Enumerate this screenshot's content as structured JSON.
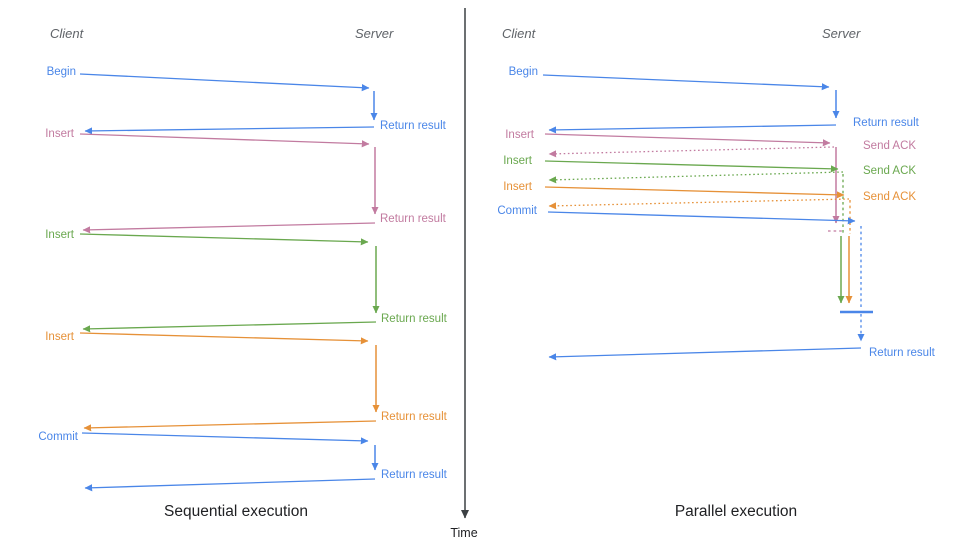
{
  "colors": {
    "blue": "#4a86e8",
    "pink": "#c27ba0",
    "green": "#6aa84f",
    "orange": "#e69138",
    "header_gray": "#5f6368",
    "text_dark": "#202124",
    "axis_gray": "#3c4043"
  },
  "left_panel": {
    "caption": "Sequential execution",
    "client_label": "Client",
    "server_label": "Server",
    "rows": [
      {
        "label": "Begin",
        "color": "blue",
        "result": "Return result"
      },
      {
        "label": "Insert",
        "color": "pink",
        "result": "Return result"
      },
      {
        "label": "Insert",
        "color": "green",
        "result": "Return result"
      },
      {
        "label": "Insert",
        "color": "orange",
        "result": "Return result"
      },
      {
        "label": "Commit",
        "color": "blue",
        "result": "Return result"
      }
    ]
  },
  "right_panel": {
    "caption": "Parallel execution",
    "client_label": "Client",
    "server_label": "Server",
    "rows": [
      {
        "label": "Begin",
        "color": "blue",
        "result": "Return result"
      },
      {
        "label": "Insert",
        "color": "pink",
        "result": "Send ACK"
      },
      {
        "label": "Insert",
        "color": "green",
        "result": "Send ACK"
      },
      {
        "label": "Insert",
        "color": "orange",
        "result": "Send ACK"
      },
      {
        "label": "Commit",
        "color": "blue",
        "result": "Return result"
      }
    ],
    "final_result": "Return result"
  },
  "time_axis": {
    "label": "Time"
  }
}
